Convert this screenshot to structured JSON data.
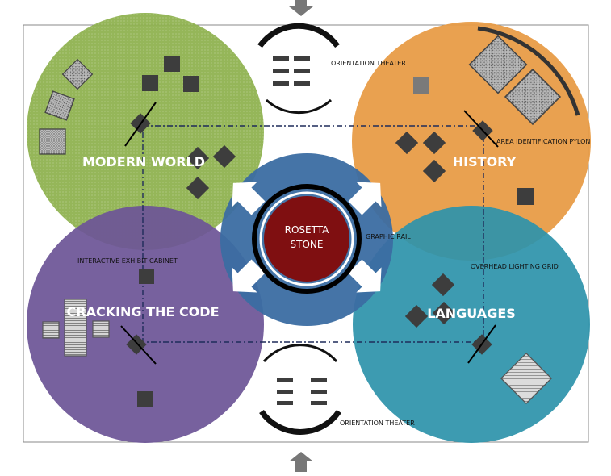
{
  "zones": {
    "modern_world": {
      "label": "MODERN WORLD",
      "color": "#8db04c"
    },
    "history": {
      "label": "HISTORY",
      "color": "#e79a43"
    },
    "cracking_the_code": {
      "label": "CRACKING THE CODE",
      "color": "#6d5597"
    },
    "languages": {
      "label": "LANGUAGES",
      "color": "#2e93ab"
    }
  },
  "center": {
    "title_line1": "ROSETTA",
    "title_line2": "STONE",
    "hub_color": "#3b6da2",
    "stone_color": "#7f0f11"
  },
  "callouts": {
    "orientation_theater_top": "ORIENTATION THEATER",
    "orientation_theater_bottom": "ORIENTATION THEATER",
    "area_identification_pylon": "AREA IDENTIFICATION PYLON",
    "graphic_rail": "GRAPHIC RAIL",
    "interactive_exhibit_cabinet": "INTERACTIVE EXHIBIT CABINET",
    "overhead_lighting_grid": "OVERHEAD LIGHTING GRID"
  },
  "colors": {
    "dark_element": "#3d3d3d",
    "grid_line": "#1f2c5a",
    "arrow": "#777777",
    "frame": "#888888"
  }
}
